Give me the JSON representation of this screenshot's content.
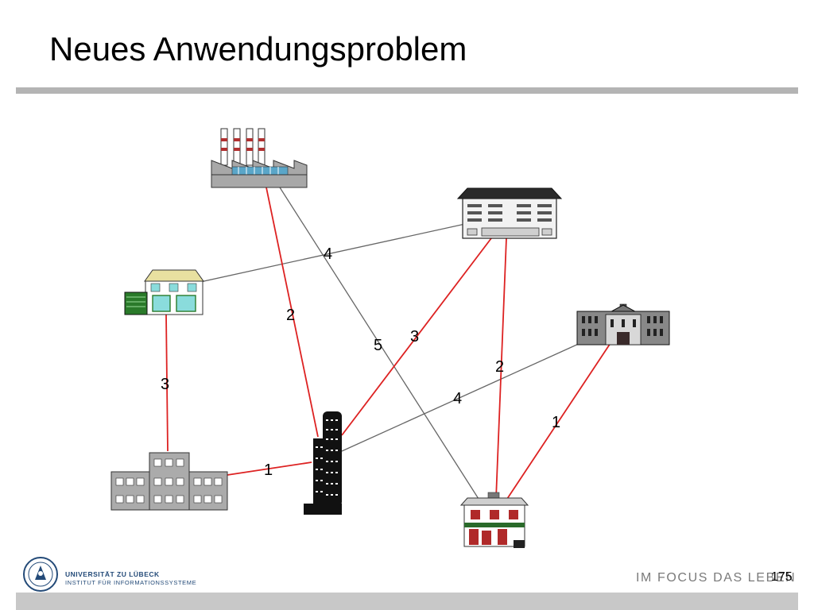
{
  "slide": {
    "title": "Neues Anwendungsproblem",
    "page_number": "175"
  },
  "footer": {
    "university": "UNIVERSITÄT ZU LÜBECK",
    "institute": "INSTITUT FÜR INFORMATIONSSYSTEME",
    "slogan": "IM FOCUS DAS LEBEN"
  },
  "graph": {
    "nodes": [
      {
        "id": "factory",
        "icon": "factory-icon"
      },
      {
        "id": "office",
        "icon": "office-building-icon"
      },
      {
        "id": "house",
        "icon": "house-icon"
      },
      {
        "id": "palace",
        "icon": "palace-icon"
      },
      {
        "id": "school",
        "icon": "school-building-icon"
      },
      {
        "id": "tower",
        "icon": "skyscraper-icon"
      },
      {
        "id": "shop",
        "icon": "shop-icon"
      }
    ],
    "edges": [
      {
        "from": "house",
        "to": "office",
        "weight": "4",
        "color": "#666666"
      },
      {
        "from": "factory",
        "to": "shop",
        "weight": "5",
        "color": "#666666"
      },
      {
        "from": "tower",
        "to": "palace",
        "weight": "4",
        "color": "#666666"
      },
      {
        "from": "factory",
        "to": "tower",
        "weight": "2",
        "color": "#dd2222"
      },
      {
        "from": "office",
        "to": "tower",
        "weight": "3",
        "color": "#dd2222"
      },
      {
        "from": "office",
        "to": "shop",
        "weight": "2",
        "color": "#dd2222"
      },
      {
        "from": "palace",
        "to": "shop",
        "weight": "1",
        "color": "#dd2222"
      },
      {
        "from": "house",
        "to": "school",
        "weight": "3",
        "color": "#dd2222"
      },
      {
        "from": "school",
        "to": "tower",
        "weight": "1",
        "color": "#dd2222"
      }
    ]
  }
}
